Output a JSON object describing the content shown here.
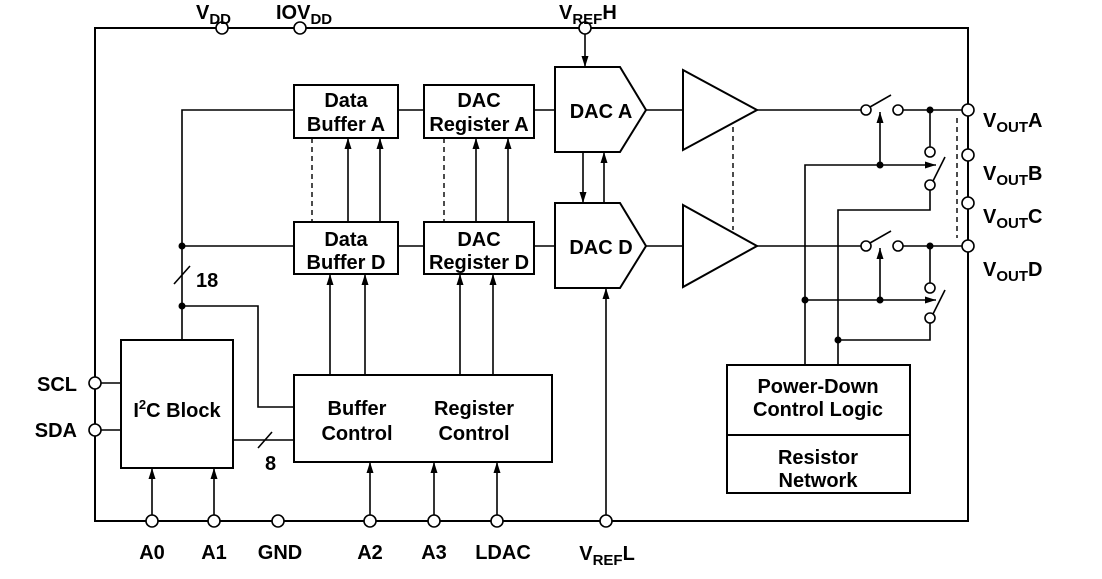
{
  "pins": {
    "vdd": {
      "main": "V",
      "sub": "DD"
    },
    "iovdd": {
      "main": "IOV",
      "sub": "DD"
    },
    "vref_h": {
      "main": "V",
      "sub": "REF",
      "suffix": "H"
    },
    "scl": "SCL",
    "sda": "SDA",
    "a0": "A0",
    "a1": "A1",
    "gnd": "GND",
    "a2": "A2",
    "a3": "A3",
    "ldac": "LDAC",
    "vref_l": {
      "main": "V",
      "sub": "REF",
      "suffix": "L"
    },
    "vout_a": {
      "main": "V",
      "sub": "OUT",
      "suffix": "A"
    },
    "vout_b": {
      "main": "V",
      "sub": "OUT",
      "suffix": "B"
    },
    "vout_c": {
      "main": "V",
      "sub": "OUT",
      "suffix": "C"
    },
    "vout_d": {
      "main": "V",
      "sub": "OUT",
      "suffix": "D"
    }
  },
  "blocks": {
    "data_buffer_a": [
      "Data",
      "Buffer A"
    ],
    "dac_register_a": [
      "DAC",
      "Register A"
    ],
    "dac_a": "DAC A",
    "data_buffer_d": [
      "Data",
      "Buffer D"
    ],
    "dac_register_d": [
      "DAC",
      "Register D"
    ],
    "dac_d": "DAC D",
    "i2c_block": {
      "main": "I",
      "sup": "2",
      "suffix": "C Block"
    },
    "buffer_control": [
      "Buffer",
      "Control"
    ],
    "register_control": [
      "Register",
      "Control"
    ],
    "power_down_control_logic": [
      "Power-Down",
      "Control Logic"
    ],
    "resistor_network": [
      "Resistor",
      "Network"
    ]
  },
  "bus_widths": {
    "i2c_data_bus": "18",
    "control_bus": "8"
  }
}
